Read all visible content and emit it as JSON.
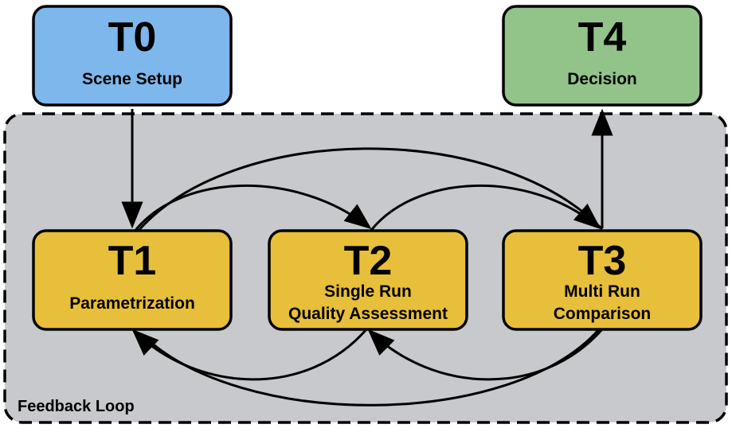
{
  "diagram": {
    "feedback_loop": {
      "label": "Feedback Loop"
    },
    "nodes": {
      "t0": {
        "id": "T0",
        "lines": [
          "Scene Setup"
        ]
      },
      "t1": {
        "id": "T1",
        "lines": [
          "Parametrization"
        ]
      },
      "t2": {
        "id": "T2",
        "lines": [
          "Single Run",
          "Quality Assessment"
        ]
      },
      "t3": {
        "id": "T3",
        "lines": [
          "Multi Run",
          "Comparison"
        ]
      },
      "t4": {
        "id": "T4",
        "lines": [
          "Decision"
        ]
      }
    },
    "colors": {
      "t0": "#7eb7ec",
      "task": "#e8bf3a",
      "t4": "#92c48a",
      "loop_background": "#c8c9cc",
      "stroke": "#000000"
    }
  }
}
